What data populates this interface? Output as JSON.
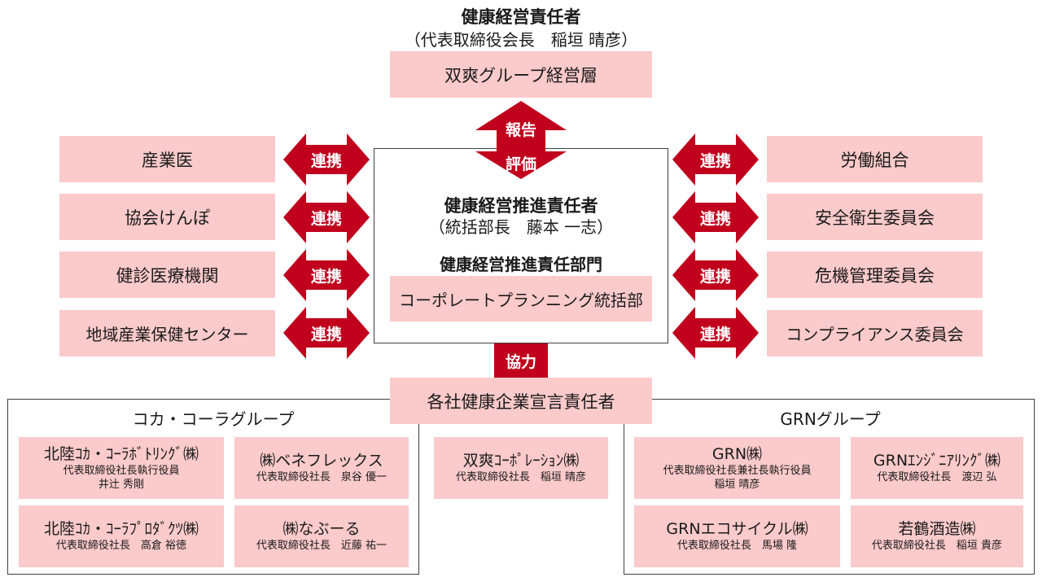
{
  "top": {
    "title": "健康経営責任者",
    "subtitle": "（代表取締役会長　稲垣 晴彦）",
    "box": "双爽グループ経営層"
  },
  "report_arrow": {
    "top_label": "報告",
    "bottom_label": "評価"
  },
  "center": {
    "title": "健康経営推進責任者",
    "subtitle": "（統括部長　藤本 一志）",
    "dept_title": "健康経営推進責任部門",
    "dept_box": "コーポレートプランニング統括部"
  },
  "left_partners": [
    "産業医",
    "協会けんぽ",
    "健診医療機関",
    "地域産業保健センター"
  ],
  "right_partners": [
    "労働組合",
    "安全衛生委員会",
    "危機管理委員会",
    "コンプライアンス委員会"
  ],
  "link_label": "連携",
  "cooperation_label": "協力",
  "declaration_box": "各社健康企業宣言責任者",
  "groups": {
    "coca": {
      "title": "コカ・コーラグループ",
      "companies": [
        {
          "name": "北陸ｺｶ・ｺｰﾗﾎﾞﾄﾘﾝｸﾞ㈱",
          "role": "代表取締役社長執行役員",
          "person": "井辻 秀剛"
        },
        {
          "name": "㈱ベネフレックス",
          "role": "代表取締役社長　泉谷 優一",
          "person": ""
        },
        {
          "name": "北陸ｺｶ・ｺｰﾗﾌﾟﾛﾀﾞｸﾂ㈱",
          "role": "代表取締役社長　高倉 裕徳",
          "person": ""
        },
        {
          "name": "㈱なぶーる",
          "role": "代表取締役社長　近藤 祐一",
          "person": ""
        }
      ]
    },
    "souso": {
      "companies": [
        {
          "name": "双爽ｺｰﾎﾟﾚｰｼｮﾝ㈱",
          "role": "代表取締役社長　稲垣 晴彦",
          "person": ""
        }
      ]
    },
    "grn": {
      "title": "GRNグループ",
      "companies": [
        {
          "name": "GRN㈱",
          "role": "代表取締役社長兼社長執行役員",
          "person": "稲垣 晴彦"
        },
        {
          "name": "GRNｴﾝｼﾞﾆｱﾘﾝｸﾞ㈱",
          "role": "代表取締役社長　渡辺 弘",
          "person": ""
        },
        {
          "name": "GRNエコサイクル㈱",
          "role": "代表取締役社長　馬場 隆",
          "person": ""
        },
        {
          "name": "若鶴酒造㈱",
          "role": "代表取締役社長　稲垣 貴彦",
          "person": ""
        }
      ]
    }
  },
  "colors": {
    "box_fill": "#fbcacb",
    "arrow": "#c0001c",
    "border": "#404040"
  }
}
